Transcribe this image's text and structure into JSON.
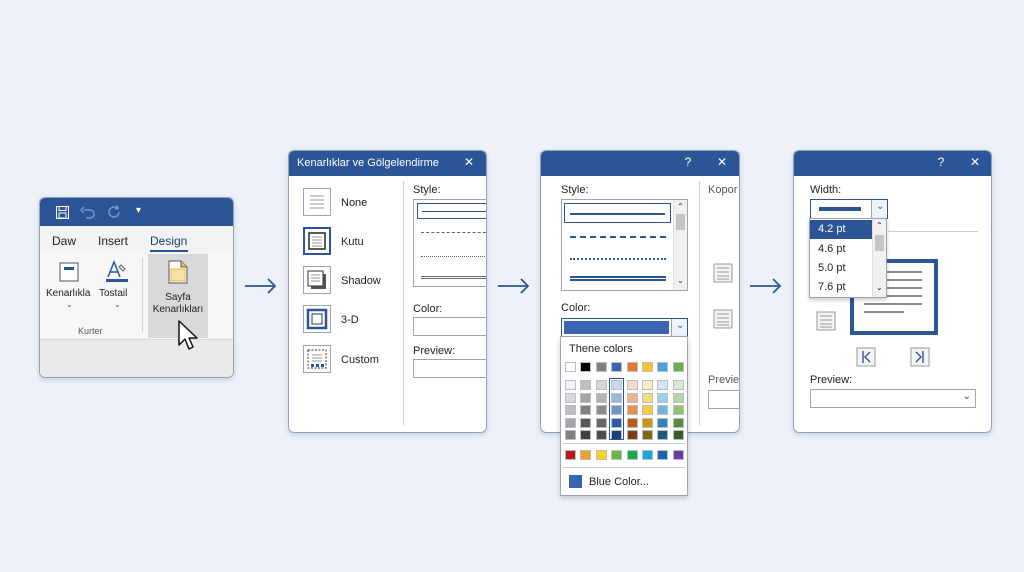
{
  "ribbon": {
    "tabs": [
      "Daw",
      "Insert",
      "Design"
    ],
    "active_tab": "Design",
    "buttons": {
      "borders": "Kenarlıkla",
      "tools": "Tostail",
      "page_borders_line1": "Sayfa",
      "page_borders_line2": "Kenarlıkları"
    },
    "group_label": "Kurter",
    "accent": "#2c5597"
  },
  "dialog1": {
    "title": "Kenarlıklar ve Gölgelendirme",
    "settings": [
      "None",
      "Kutu",
      "Shadow",
      "3-D",
      "Custom"
    ],
    "style_label": "Style:",
    "color_label": "Color:",
    "preview_label": "Preview:"
  },
  "dialog2": {
    "help": "?",
    "close": "✕",
    "style_label": "Style:",
    "color_label": "Color:",
    "side_label": "Kopor",
    "preview_label": "Previe",
    "theme_colors_label": "Thene colors",
    "more_colors_label": "Blue Color...",
    "selected_color": "#3a64b0"
  },
  "dialog3": {
    "help": "?",
    "close": "✕",
    "width_label": "Width:",
    "width_options": [
      "4.2 pt",
      "4.6 pt",
      "5.0 pt",
      "7.6 pt"
    ],
    "selected_width": "4.2 pt",
    "preview_label": "Preview:"
  }
}
